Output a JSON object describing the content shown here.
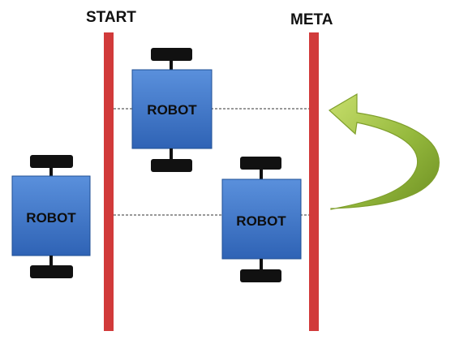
{
  "labels": {
    "start": "START",
    "meta": "META"
  },
  "robots": [
    {
      "label": "ROBOT"
    },
    {
      "label": "ROBOT"
    },
    {
      "label": "ROBOT"
    }
  ],
  "colors": {
    "line": "#d13a3a",
    "robot_fill_top": "#4f86d6",
    "robot_fill_bottom": "#2e62b4",
    "robot_stroke": "#1f4f95",
    "wheel": "#111111",
    "arrow_light": "#b9d45a",
    "arrow_dark": "#6f9321"
  }
}
